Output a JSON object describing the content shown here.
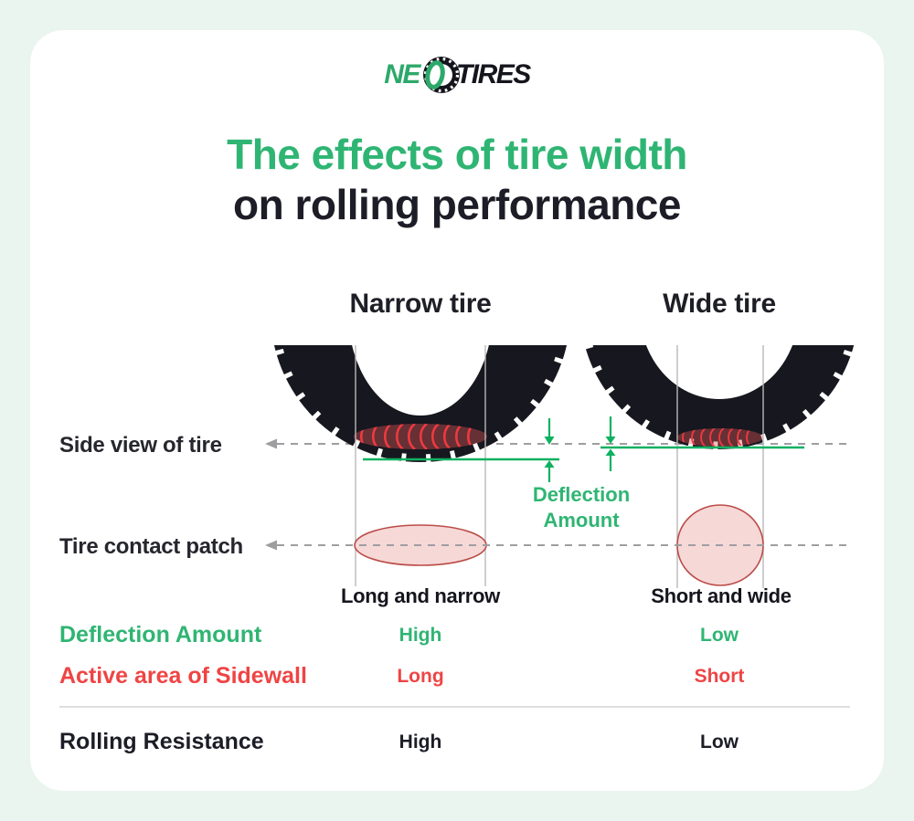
{
  "page": {
    "background_color": "#e9f5ee",
    "card_color": "#ffffff"
  },
  "logo": {
    "ne": "NE",
    "tires": "TIRES",
    "green": "#2ca96a",
    "dark": "#15151d",
    "icon": "tire-wheel-icon"
  },
  "title": {
    "line1": "The effects of tire width",
    "line2": "on rolling performance",
    "line1_color": "#2fb573",
    "line2_color": "#1d1d27"
  },
  "diagram": {
    "headings": {
      "narrow": "Narrow tire",
      "wide": "Wide tire"
    },
    "side_view_label": "Side view of tire",
    "contact_patch_label": "Tire contact patch",
    "deflection_annotation": {
      "line1": "Deflection",
      "line2": "Amount"
    },
    "patch_shape_labels": {
      "narrow": "Long and narrow",
      "wide": "Short and wide"
    },
    "colors": {
      "tire_black": "#17171f",
      "patch_pink_fill": "#f6d8d7",
      "patch_red_stroke": "#bb4d49",
      "tread_red": "#ee3a40",
      "green_line": "#0fb161",
      "dashed_gray": "#9e9ea1",
      "guide_gray": "#b9b9b9"
    }
  },
  "table": {
    "rows": [
      {
        "label": "Deflection Amount",
        "narrow": "High",
        "wide": "Low",
        "color": "#2fb573"
      },
      {
        "label": "Active area of Sidewall",
        "narrow": "Long",
        "wide": "Short",
        "color": "#ef4444"
      },
      {
        "label": "Rolling Resistance",
        "narrow": "High",
        "wide": "Low",
        "color": "#1d1d27"
      }
    ]
  }
}
